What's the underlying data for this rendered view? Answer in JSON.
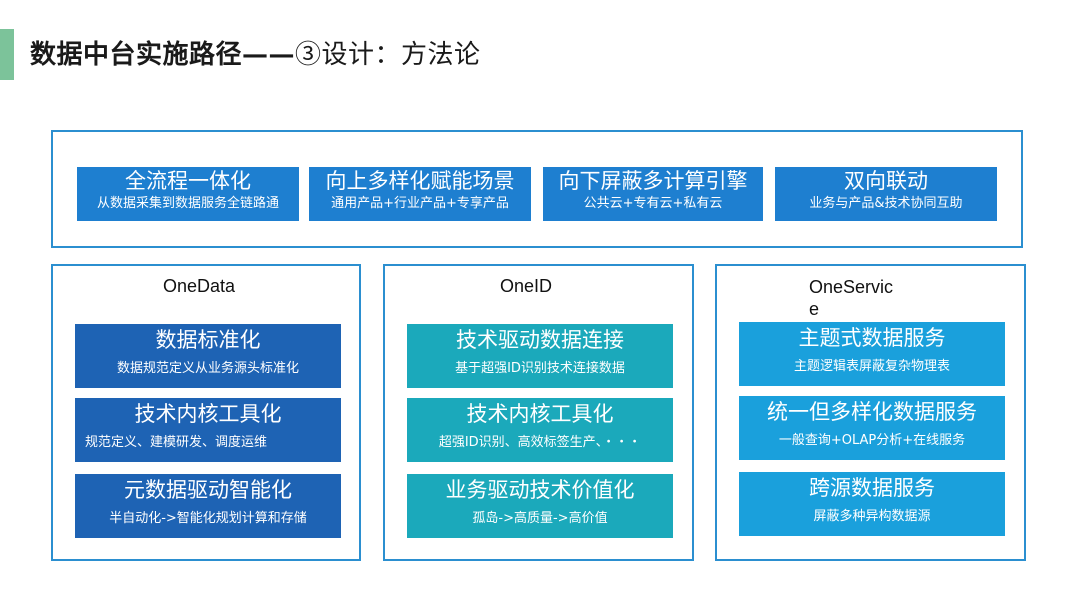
{
  "title": {
    "bold": "数据中台实施路径——",
    "rest": "③设计：方法论"
  },
  "top_cards": [
    {
      "heading": "全流程一体化",
      "sub": "从数据采集到数据服务全链路通"
    },
    {
      "heading": "向上多样化赋能场景",
      "sub": "通用产品+行业产品+专享产品"
    },
    {
      "heading": "向下屏蔽多计算引擎",
      "sub": "公共云+专有云+私有云"
    },
    {
      "heading": "双向联动",
      "sub": "业务与产品&技术协同互助"
    }
  ],
  "columns": [
    {
      "title": "OneData",
      "cards": [
        {
          "heading": "数据标准化",
          "sub": "数据规范定义从业务源头标准化"
        },
        {
          "heading": "技术内核工具化",
          "sub": "规范定义、建模研发、调度运维"
        },
        {
          "heading": "元数据驱动智能化",
          "sub": "半自动化->智能化规划计算和存储"
        }
      ]
    },
    {
      "title": "OneID",
      "cards": [
        {
          "heading": "技术驱动数据连接",
          "sub": "基于超强ID识别技术连接数据"
        },
        {
          "heading": "技术内核工具化",
          "sub": "超强ID识别、高效标签生产、・・・"
        },
        {
          "heading": "业务驱动技术价值化",
          "sub": "孤岛->高质量->高价值"
        }
      ]
    },
    {
      "title_line1": "OneServic",
      "title_line2": "e",
      "cards": [
        {
          "heading": "主题式数据服务",
          "sub": "主题逻辑表屏蔽复杂物理表"
        },
        {
          "heading": "统一但多样化数据服务",
          "sub": "一般查询+OLAP分析+在线服务"
        },
        {
          "heading": "跨源数据服务",
          "sub": "屏蔽多种异构数据源"
        }
      ]
    }
  ]
}
